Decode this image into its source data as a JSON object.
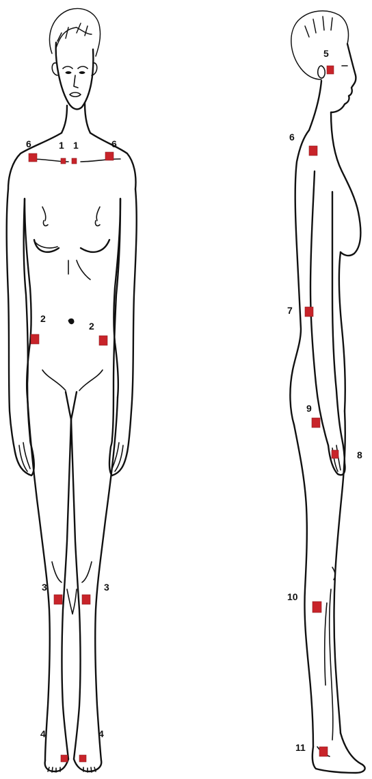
{
  "front_view": {
    "points": [
      {
        "id": "1-left",
        "label": "1"
      },
      {
        "id": "1-right",
        "label": "1"
      },
      {
        "id": "6-left",
        "label": "6"
      },
      {
        "id": "6-right",
        "label": "6"
      },
      {
        "id": "2-left",
        "label": "2"
      },
      {
        "id": "2-right",
        "label": "2"
      },
      {
        "id": "3-left",
        "label": "3"
      },
      {
        "id": "3-right",
        "label": "3"
      },
      {
        "id": "4-left",
        "label": "4"
      },
      {
        "id": "4-right",
        "label": "4"
      }
    ]
  },
  "side_view": {
    "points": [
      {
        "id": "5",
        "label": "5"
      },
      {
        "id": "6",
        "label": "6"
      },
      {
        "id": "7",
        "label": "7"
      },
      {
        "id": "9",
        "label": "9"
      },
      {
        "id": "8",
        "label": "8"
      },
      {
        "id": "10",
        "label": "10"
      },
      {
        "id": "11",
        "label": "11"
      }
    ]
  },
  "colors": {
    "marker": "#c8242a",
    "line": "#111111",
    "background": "#ffffff"
  }
}
